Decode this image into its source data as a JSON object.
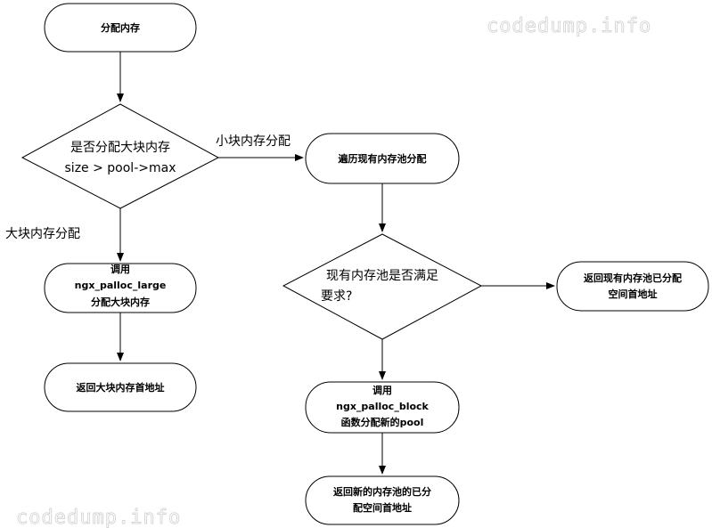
{
  "watermarks": [
    "codedump.info",
    "codedump.info"
  ],
  "nodes": {
    "alloc": {
      "lines": [
        "分配内存"
      ]
    },
    "decision_large": {
      "lines": [
        "是否分配大块内存",
        "size > pool->max"
      ]
    },
    "call_large": {
      "lines": [
        "调用",
        "ngx_palloc_large",
        "分配大块内存"
      ]
    },
    "return_large": {
      "lines": [
        "返回大块内存首地址"
      ]
    },
    "traverse": {
      "lines": [
        "遍历现有内存池分配"
      ]
    },
    "decision_pool": {
      "lines": [
        "现有内存池是否满足",
        "要求?"
      ]
    },
    "return_existing": {
      "lines": [
        "返回现有内存池已分配",
        "空间首地址"
      ]
    },
    "call_block": {
      "lines": [
        "调用",
        "ngx_palloc_block",
        "函数分配新的pool"
      ]
    },
    "return_new": {
      "lines": [
        "返回新的内存池的已分",
        "配空间首地址"
      ]
    }
  },
  "edge_labels": {
    "small": "小块内存分配",
    "large": "大块内存分配"
  }
}
